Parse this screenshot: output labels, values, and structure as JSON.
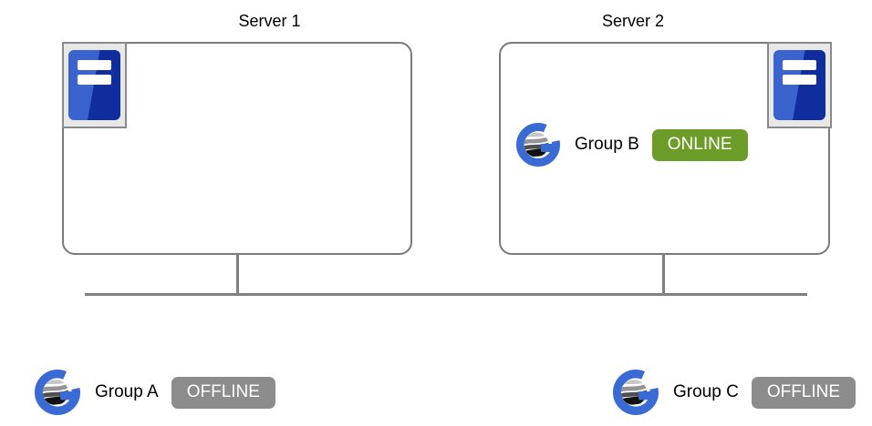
{
  "servers": [
    {
      "title": "Server 1",
      "group": null
    },
    {
      "title": "Server 2",
      "group": {
        "name": "Group B",
        "status": "ONLINE"
      }
    }
  ],
  "groups": [
    {
      "name": "Group A",
      "status": "OFFLINE"
    },
    {
      "name": "Group C",
      "status": "OFFLINE"
    }
  ],
  "icons": {
    "server": "server-tower-icon",
    "group_logo": "g-globe-logo-icon"
  },
  "colors": {
    "background": "#FFFFFF",
    "box_border": "#7A7A7A",
    "network_line": "#808080",
    "online_badge": "#6C9D28",
    "offline_badge": "#8C8C8C",
    "badge_text": "#FFFFFF",
    "logo_blue": "#3A6BD4",
    "server_icon_blue_light": "#3A63CE",
    "server_icon_blue_dark": "#0F2D9D",
    "server_icon_frame": "#E8E8E8",
    "text": "#000000"
  }
}
